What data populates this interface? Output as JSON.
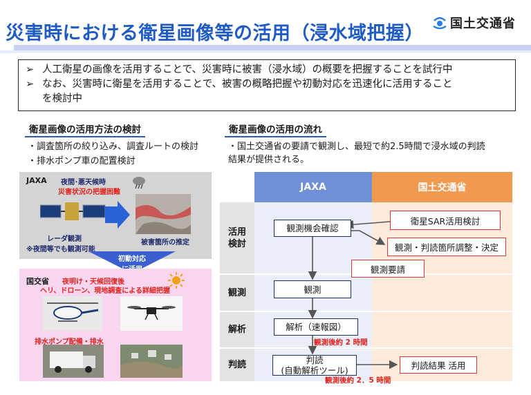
{
  "header": {
    "title": "災害時における衛星画像等の活用（浸水域把握）",
    "logo_text": "国土交通省"
  },
  "summary": {
    "items": [
      "人工衛星の画像を活用することで、災害時に被害（浸水域）の概要を把握することを試行中",
      "なお、災害時に衛星を活用することで、被害の概略把握や初動対応を迅速化に活用すること",
      "を検討中"
    ],
    "marker": "➢"
  },
  "left_section": {
    "heading": "衛星画像の活用方法の検討",
    "bullets": [
      "・調査箇所の絞り込み、調査ルートの検討",
      "・排水ポンプ車の配置検討"
    ],
    "jaxa_panel": {
      "label": "JAXA",
      "condition": "夜間･悪天候時",
      "difficulty": "災害状況の把握困難",
      "radar_caption": "レーダ観測",
      "night_note": "※夜間等でも観測可能",
      "estimate_caption": "被害箇所の推定"
    },
    "transition": {
      "line1": "初動対応",
      "line2": "に活用"
    },
    "mlit_panel": {
      "label": "国交省",
      "condition": "夜明け・天候回復後",
      "detail": "ヘリ、ドローン、現地調査による詳細把握",
      "pump_caption": "排水ポンプ配備・排水"
    }
  },
  "right_section": {
    "heading": "衛星画像の活用の流れ",
    "description_line1": "・国土交通省の要請で観測し、最短で約2.5時間で浸水域の判読",
    "description_line2": "結果が提供される。",
    "flow": {
      "col_jaxa": "JAXA",
      "col_mlit": "国土交通省",
      "rows": {
        "katsuyo_line1": "活用",
        "katsuyo_line2": "検討",
        "kansoku": "観測",
        "kaiseki": "解析",
        "handoku": "判読"
      },
      "boxes": {
        "sar_review": "衛星SAR活用検討",
        "opportunity": "観測機会確認",
        "adjust": "観測・判読箇所調整・決定",
        "request": "観測要請",
        "observe": "観測",
        "analyze": "解析（速報図）",
        "interpret_line1": "判読",
        "interpret_line2": "(自動解析ツール)",
        "result": "判読結果  活用"
      },
      "notes": {
        "after2": "観測後約 2 時間",
        "after25": "観測後約 2．5 時間"
      }
    }
  },
  "colors": {
    "title_blue": "#1f5bc4",
    "jaxa_header": "#6f8fd6",
    "mlit_header": "#f1994f",
    "accent_red": "#e0221b"
  }
}
